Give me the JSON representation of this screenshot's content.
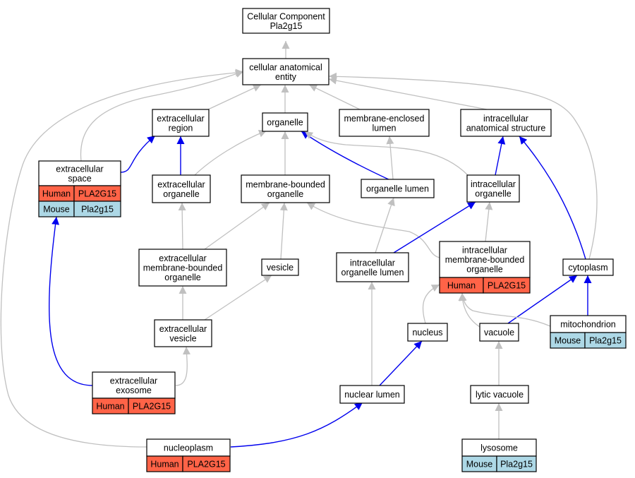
{
  "colors": {
    "human": "#ff6347",
    "mouse": "#add8e6",
    "is_a_edge": "#c0c0c0",
    "part_of_edge": "#0000ee"
  },
  "nodes": {
    "root": [
      "Cellular Component",
      "Pla2g15"
    ],
    "cae": [
      "cellular anatomical",
      "entity"
    ],
    "exreg": [
      "extracellular",
      "region"
    ],
    "organelle": [
      "organelle"
    ],
    "mel": [
      "membrane-enclosed",
      "lumen"
    ],
    "ias": [
      "intracellular",
      "anatomical structure"
    ],
    "exspace": [
      "extracellular",
      "space"
    ],
    "exorg": [
      "extracellular",
      "organelle"
    ],
    "mbo": [
      "membrane-bounded",
      "organelle"
    ],
    "orglumen": [
      "organelle lumen"
    ],
    "intorg": [
      "intracellular",
      "organelle"
    ],
    "exmbo": [
      "extracellular",
      "membrane-bounded",
      "organelle"
    ],
    "vesicle": [
      "vesicle"
    ],
    "iol": [
      "intracellular",
      "organelle lumen"
    ],
    "imbo": [
      "intracellular",
      "membrane-bounded",
      "organelle"
    ],
    "cytoplasm": [
      "cytoplasm"
    ],
    "exves": [
      "extracellular",
      "vesicle"
    ],
    "nucleus": [
      "nucleus"
    ],
    "vacuole": [
      "vacuole"
    ],
    "mito": [
      "mitochondrion"
    ],
    "exosome": [
      "extracellular",
      "exosome"
    ],
    "nuclumen": [
      "nuclear lumen"
    ],
    "lytic": [
      "lytic vacuole"
    ],
    "nucleoplasm": [
      "nucleoplasm"
    ],
    "lysosome": [
      "lysosome"
    ]
  },
  "annotations": {
    "exspace": [
      [
        "Human",
        "PLA2G15"
      ],
      [
        "Mouse",
        "Pla2g15"
      ]
    ],
    "imbo": [
      [
        "Human",
        "PLA2G15"
      ]
    ],
    "mito": [
      [
        "Mouse",
        "Pla2g15"
      ]
    ],
    "exosome": [
      [
        "Human",
        "PLA2G15"
      ]
    ],
    "nucleoplasm": [
      [
        "Human",
        "PLA2G15"
      ]
    ],
    "lysosome": [
      [
        "Mouse",
        "Pla2g15"
      ]
    ]
  }
}
